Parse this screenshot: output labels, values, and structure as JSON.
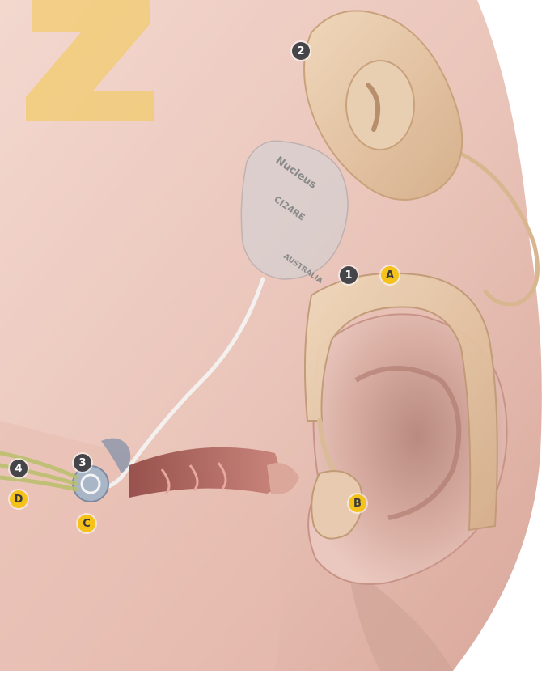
{
  "colors": {
    "skin_light": "#f1d2c9",
    "skin_mid": "#dfb2a6",
    "background": "#ffffff",
    "processor_beige": "#e6c7a6",
    "badge_number": "#46464a",
    "badge_letter": "#f4c21a",
    "watermark_yellow": "#f2c94c"
  },
  "markers": {
    "n1": "1",
    "n2": "2",
    "n3": "3",
    "n4": "4",
    "a": "A",
    "b": "B",
    "c": "C",
    "d": "D"
  },
  "implant": {
    "brand": "Nucleus",
    "code": "CI24RE",
    "country": "AUSTRALIA"
  }
}
